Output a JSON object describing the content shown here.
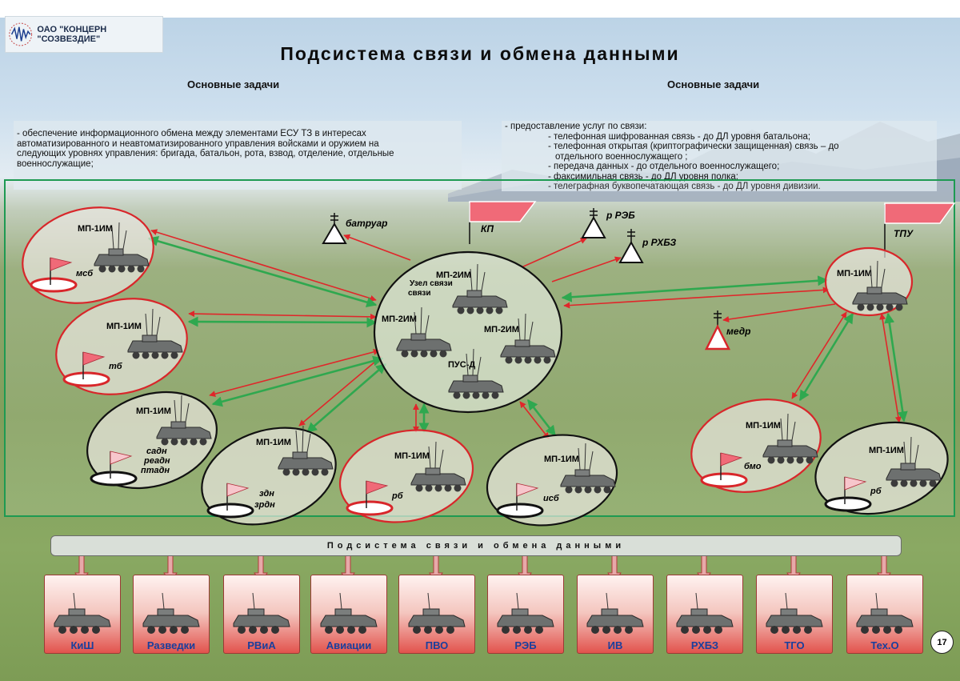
{
  "company": {
    "name": "ОАО \"КОНЦЕРН \"СОЗВЕЗДИЕ\""
  },
  "title": "Подсистема связи и обмена данными",
  "left_tasks": {
    "heading": "Основные задачи",
    "lines": [
      "- обеспечение информационного обмена между элементами ЕСУ ТЗ в интересах",
      "автоматизированного и неавтоматизированного управления войсками и оружием на",
      "следующих уровнях управления: бригада, батальон, рота, взвод, отделение, отдельные",
      "военнослужащие;"
    ]
  },
  "right_tasks": {
    "heading": "Основные задачи",
    "lines": [
      "-  предоставление услуг по связи:",
      "- телефонная шифрованная связь - до ДЛ уровня батальона;",
      "- телефонная открытая (криптографически защищенная) связь – до",
      "отдельного военнослужащего ;",
      "- передача данных - до отдельного военнослужащего;",
      "- факсимильная связь - до ДЛ уровня полка;",
      "- телеграфная буквопечатающая связь - до ДЛ уровня дивизии."
    ]
  },
  "diagram": {
    "hub": {
      "node_label": "Узел\nсвязи",
      "vehicles": [
        "МП-2ИМ",
        "МП-2ИМ",
        "МП-2ИМ",
        "ПУС-Д"
      ]
    },
    "flags": [
      "КП",
      "ТПУ"
    ],
    "posts": [
      "батруар",
      "р РЭБ",
      "р РХБЗ",
      "медр"
    ],
    "units": [
      {
        "vehicle": "МП-1ИМ",
        "unit": "мсб"
      },
      {
        "vehicle": "МП-1ИМ",
        "unit": "тб"
      },
      {
        "vehicle": "МП-1ИМ",
        "unit": "садн\nреадн\nптадн"
      },
      {
        "vehicle": "МП-1ИМ",
        "unit": "здн\nзрдн"
      },
      {
        "vehicle": "МП-1ИМ",
        "unit": "рб"
      },
      {
        "vehicle": "МП-1ИМ",
        "unit": "исб"
      },
      {
        "vehicle": "МП-1ИМ",
        "unit": ""
      },
      {
        "vehicle": "МП-1ИМ",
        "unit": "бмо"
      },
      {
        "vehicle": "МП-1ИМ",
        "unit": "рб"
      }
    ]
  },
  "bar_label": "Подсистема связи и обмена данными",
  "services": [
    "КиШ",
    "Разведки",
    "РВиА",
    "Авиации",
    "ПВО",
    "РЭБ",
    "ИВ",
    "РХБЗ",
    "ТГО",
    "Тех.О"
  ],
  "page_number": "17",
  "colors": {
    "frame": "#1e9a52",
    "red_link": "#e0262a",
    "green_link": "#2fa84f",
    "flag": "#f06a78"
  }
}
